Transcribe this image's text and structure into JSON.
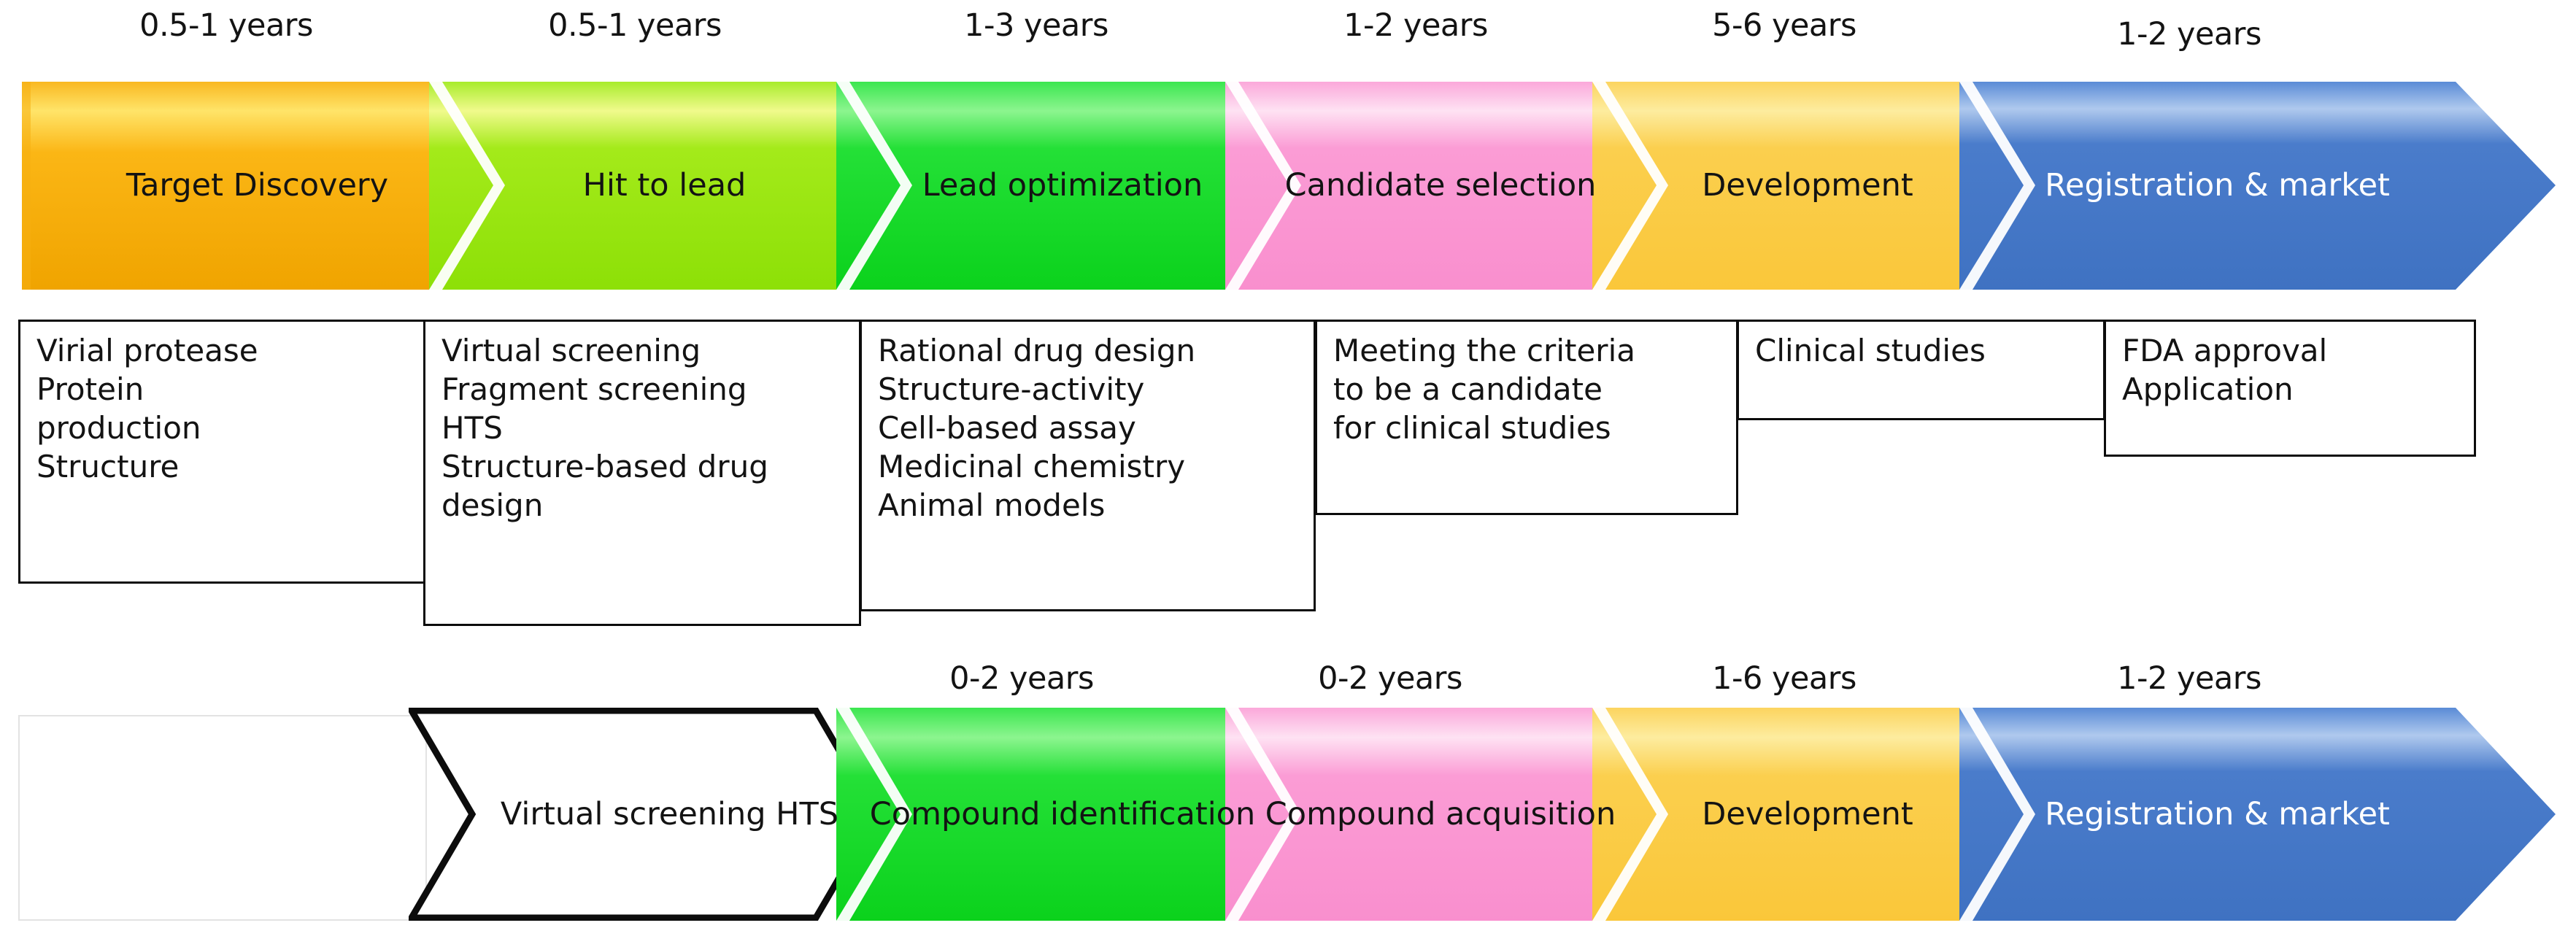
{
  "diagram": {
    "title": "Drug discovery and development pipeline timeline",
    "colors": {
      "orange": "#F5A800",
      "yellow_green": "#9BE614",
      "green": "#19DD34",
      "pink": "#FB9BD4",
      "gold": "#FBD05A",
      "blue": "#4377C8",
      "white": "#FFFFFF",
      "outline": "#0C0C0C",
      "text": "#131313",
      "text_light": "#FFFFFF"
    }
  },
  "top_row": {
    "stages": [
      {
        "duration": "0.5-1 years",
        "label": "Target Discovery",
        "fill": "orange",
        "text_color": "dark"
      },
      {
        "duration": "0.5-1 years",
        "label": "Hit to lead",
        "fill": "yellow_green",
        "text_color": "dark"
      },
      {
        "duration": "1-3 years",
        "label": "Lead\noptimization",
        "fill": "green",
        "text_color": "dark"
      },
      {
        "duration": "1-2 years",
        "label": "Candidate\nselection",
        "fill": "pink",
        "text_color": "dark"
      },
      {
        "duration": "5-6 years",
        "label": "Development",
        "fill": "gold",
        "text_color": "dark"
      },
      {
        "duration": "1-2 years",
        "label": "Registration &\nmarket",
        "fill": "blue",
        "text_color": "light"
      }
    ]
  },
  "detail_boxes": [
    {
      "text": "Virial protease\nProtein\nproduction\nStructure"
    },
    {
      "text": "Virtual screening\nFragment screening\nHTS\nStructure-based drug\ndesign"
    },
    {
      "text": "Rational drug design\nStructure-activity\nCell-based assay\nMedicinal chemistry\nAnimal models"
    },
    {
      "text": "Meeting the criteria\nto be a candidate\nfor clinical studies"
    },
    {
      "text": "Clinical studies"
    },
    {
      "text": "FDA approval\nApplication"
    }
  ],
  "bottom_row": {
    "stages": [
      {
        "duration": "",
        "label": "Virtual screening\nHTS",
        "fill": "white",
        "text_color": "dark"
      },
      {
        "duration": "0-2 years",
        "label": "Compound\nidentification",
        "fill": "green",
        "text_color": "dark"
      },
      {
        "duration": "0-2 years",
        "label": "Compound\nacquisition",
        "fill": "pink",
        "text_color": "dark"
      },
      {
        "duration": "1-6 years",
        "label": "Development",
        "fill": "gold",
        "text_color": "dark"
      },
      {
        "duration": "1-2 years",
        "label": "Registration &\nmarket",
        "fill": "blue",
        "text_color": "light"
      }
    ]
  }
}
